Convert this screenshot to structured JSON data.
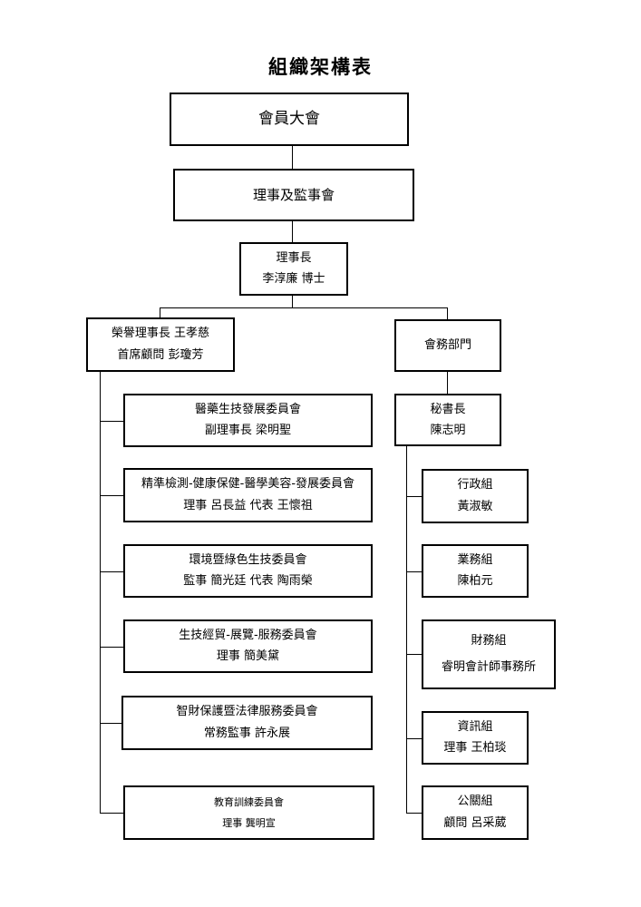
{
  "title": "組織架構表",
  "assembly": {
    "label": "會員大會"
  },
  "board": {
    "label": "理事及監事會"
  },
  "chairman": {
    "title": "理事長",
    "name": "李淳廉 博士"
  },
  "honorary": {
    "line1": "榮譽理事長 王孝慈",
    "line2": "首席顧問 彭瓊芳"
  },
  "affairs": {
    "label": "會務部門"
  },
  "secretary": {
    "title": "秘書長",
    "name": "陳志明"
  },
  "committees": [
    {
      "name": "醫藥生技發展委員會",
      "leader": "副理事長  梁明聖"
    },
    {
      "name": "精準檢測-健康保健-醫學美容-發展委員會",
      "leader": "理事 呂長益 代表 王懷祖"
    },
    {
      "name": "環境暨綠色生技委員會",
      "leader": "監事 簡光廷 代表  陶雨榮"
    },
    {
      "name": "生技經貿-展覽-服務委員會",
      "leader": "理事  簡美黛"
    },
    {
      "name": "智財保護暨法律服務委員會",
      "leader": "常務監事 許永展"
    },
    {
      "name": "教育訓練委員會",
      "leader": "理事  龔明宣"
    }
  ],
  "groups": [
    {
      "name": "行政組",
      "leader": "黃淑敏"
    },
    {
      "name": "業務組",
      "leader": "陳柏元"
    },
    {
      "name": "財務組",
      "leader": "睿明會計師事務所"
    },
    {
      "name": "資訊組",
      "leader": "理事  王柏琰"
    },
    {
      "name": "公關組",
      "leader": "顧問 呂采葳"
    }
  ]
}
